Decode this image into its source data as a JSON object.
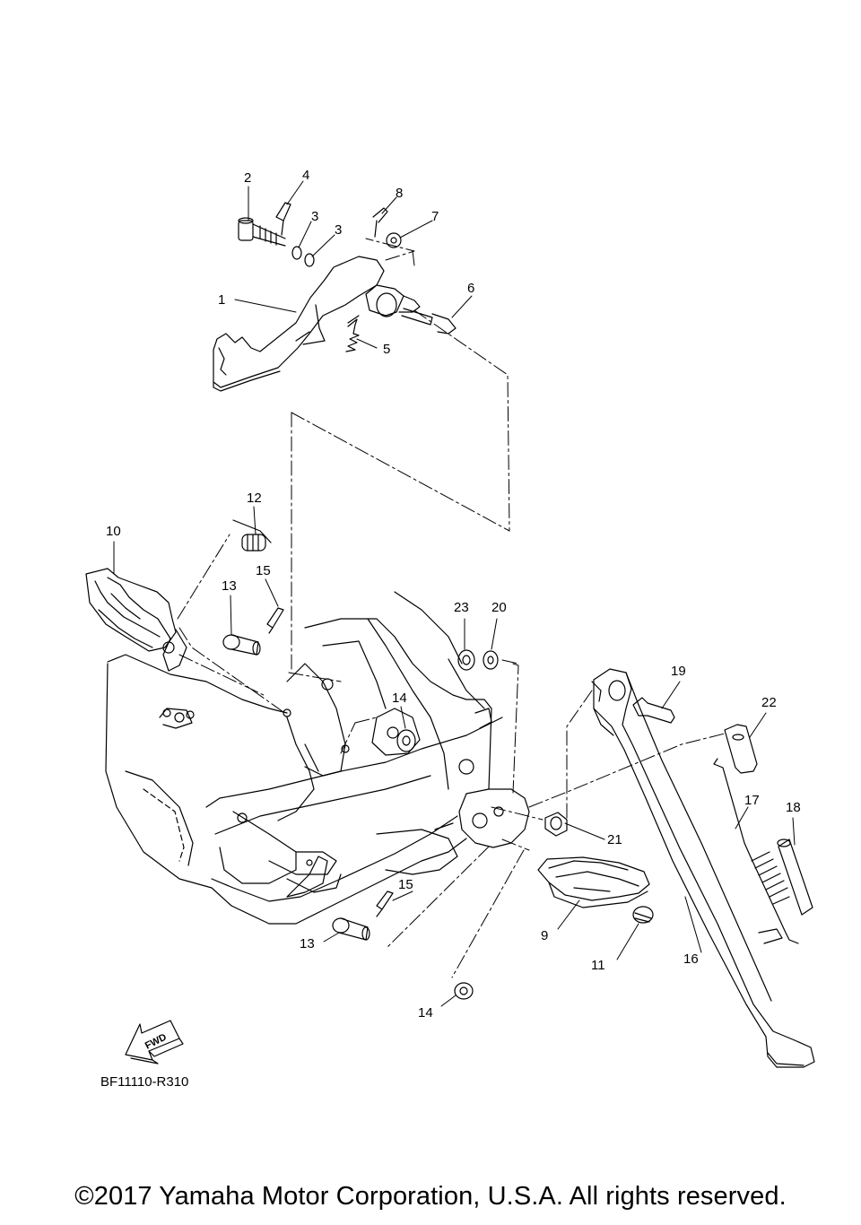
{
  "callouts": [
    "1",
    "2",
    "3",
    "3",
    "4",
    "5",
    "6",
    "7",
    "8",
    "9",
    "10",
    "11",
    "12",
    "13",
    "13",
    "14",
    "14",
    "15",
    "15",
    "16",
    "17",
    "18",
    "19",
    "20",
    "21",
    "22",
    "23"
  ],
  "fwd_label": "FWD",
  "ref_code": "BF11110-R310",
  "copyright": "©2017 Yamaha Motor Corporation, U.S.A. All rights reserved."
}
